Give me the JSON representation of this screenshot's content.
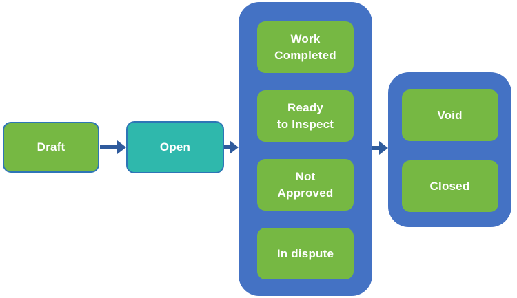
{
  "diagram": {
    "background": "#ffffff",
    "colors": {
      "green": "#76B843",
      "teal": "#2FB8AC",
      "container_blue": "#4472C4",
      "arrow_blue": "#2F5B9D",
      "box_border_blue": "#2E75B6",
      "text_white": "#FFFFFF"
    },
    "nodes": {
      "draft": {
        "label": "Draft"
      },
      "open": {
        "label": "Open"
      }
    },
    "groups": {
      "open_substates": {
        "items": [
          {
            "label": "Work\nCompleted"
          },
          {
            "label": "Ready\nto Inspect"
          },
          {
            "label": "Not\nApproved"
          },
          {
            "label": "In dispute"
          }
        ]
      },
      "terminal_states": {
        "items": [
          {
            "label": "Void"
          },
          {
            "label": "Closed"
          }
        ]
      }
    }
  }
}
